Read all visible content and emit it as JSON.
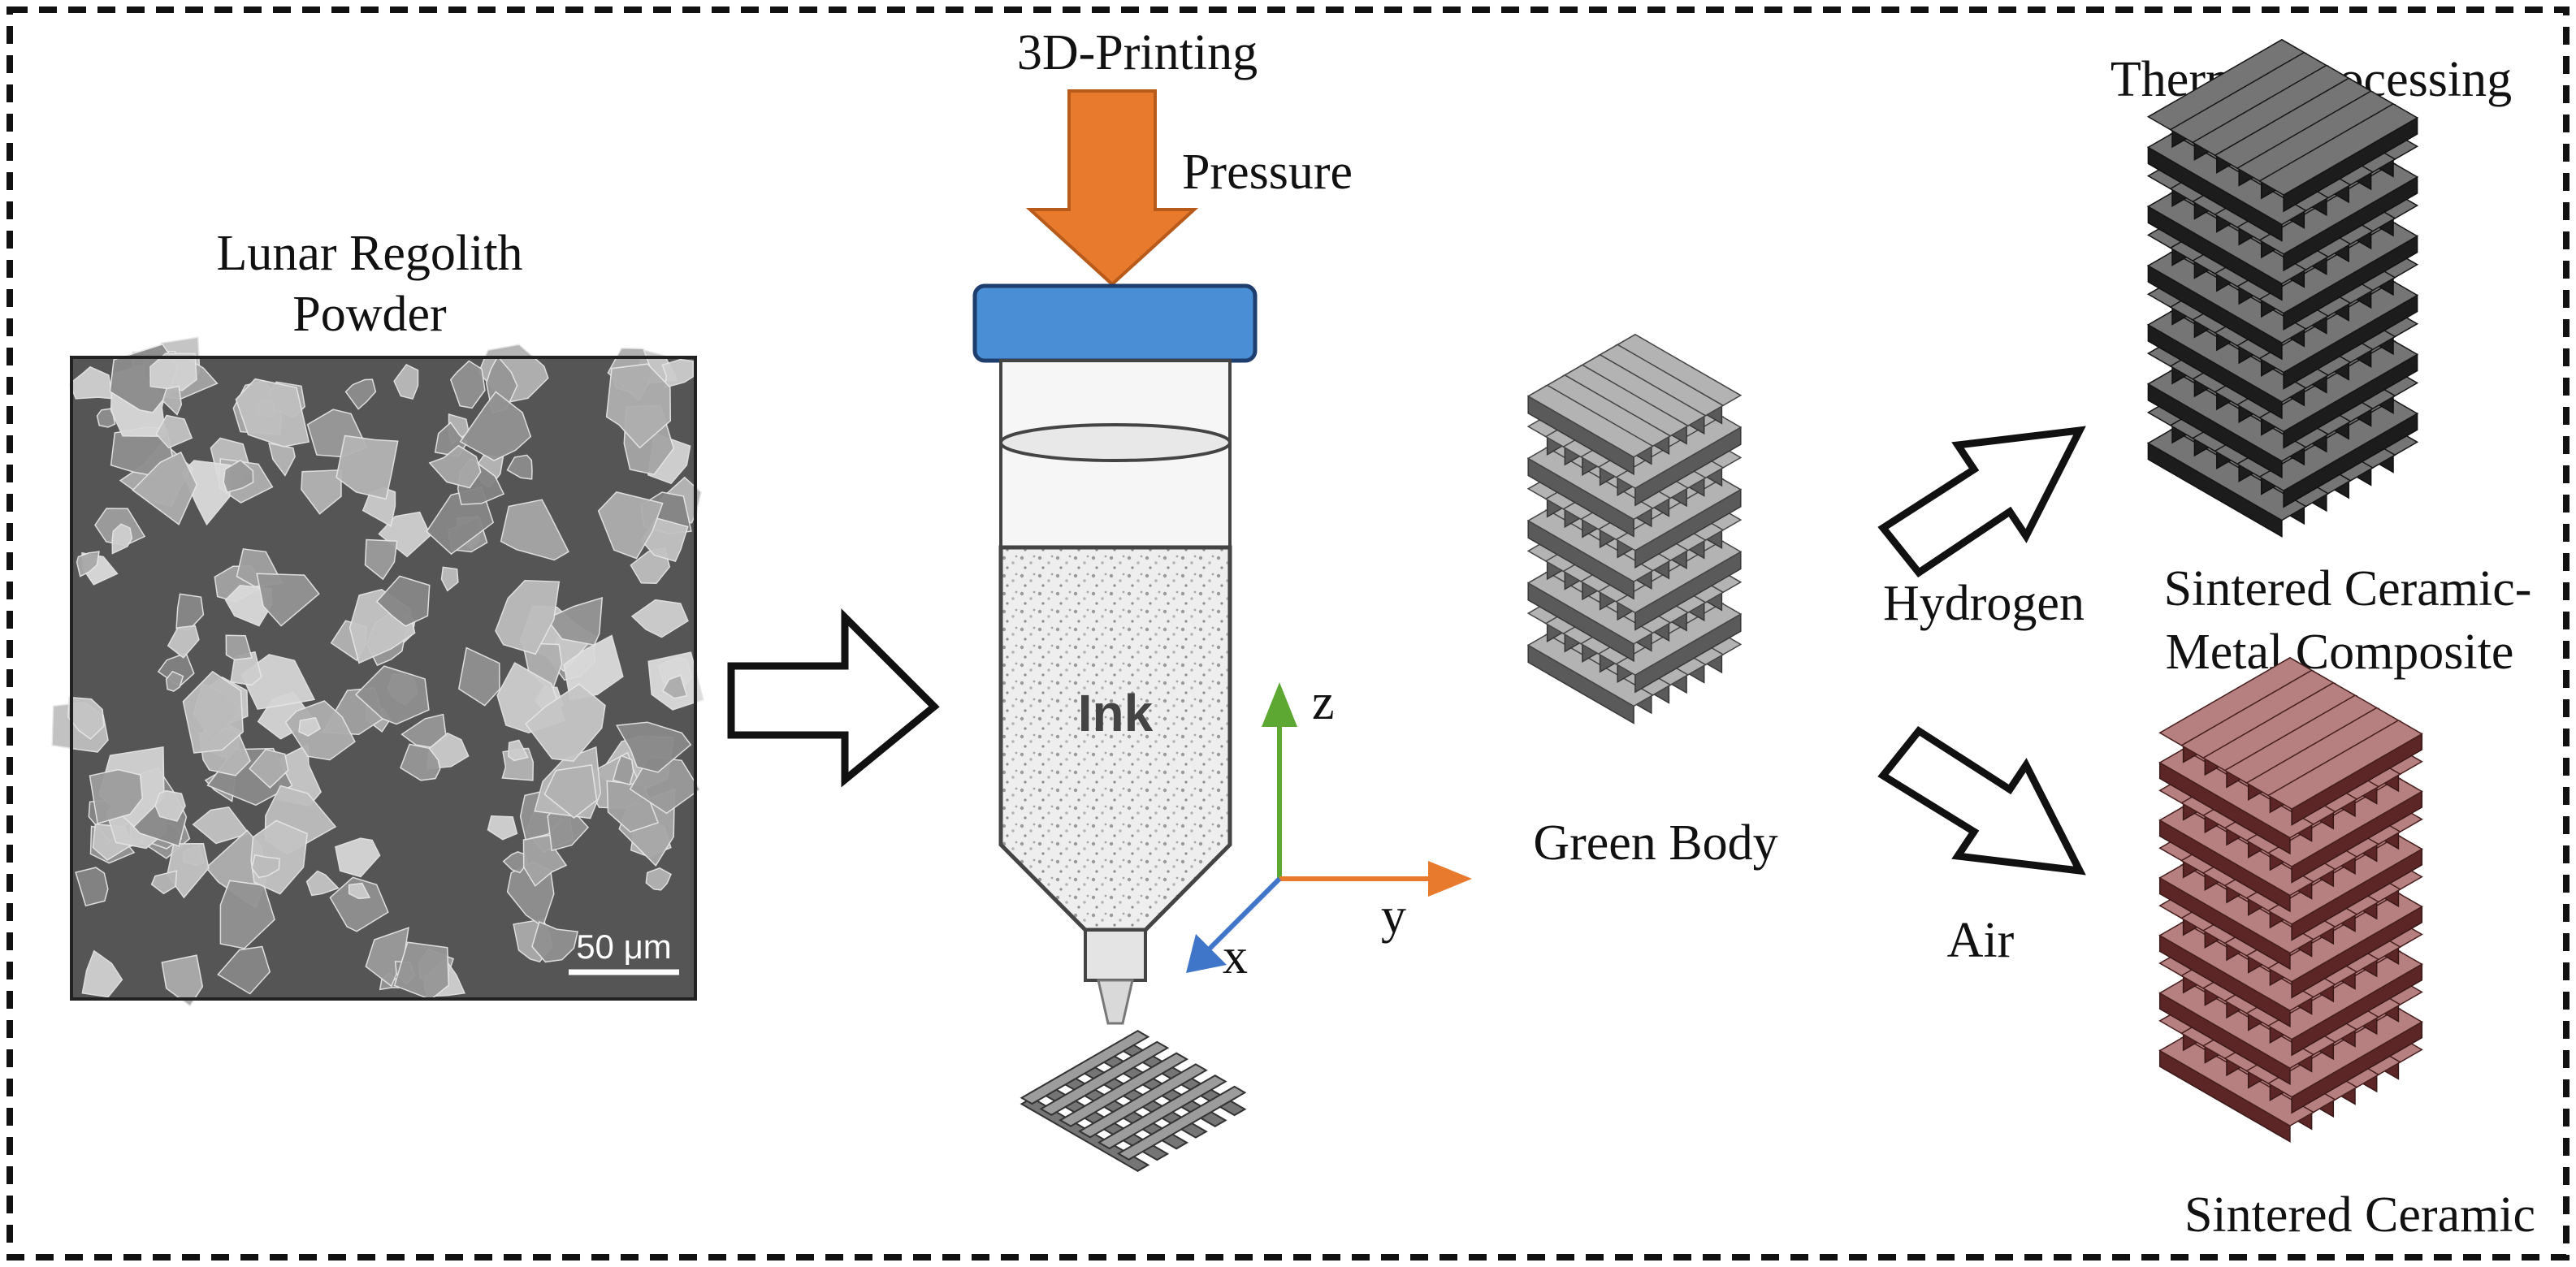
{
  "labels": {
    "powder_title_line1": "Lunar Regolith",
    "powder_title_line2": "Powder",
    "scale_bar": "50 μm",
    "printing_title": "3D-Printing",
    "pressure": "Pressure",
    "ink": "Ink",
    "axis_z": "z",
    "axis_y": "y",
    "axis_x": "x",
    "green_body": "Green Body",
    "thermal_processing": "Thermal Processing",
    "hydrogen": "Hydrogen",
    "air": "Air",
    "ceramic_metal_line1": "Sintered Ceramic-",
    "ceramic_metal_line2": "Metal Composite",
    "sintered_ceramic": "Sintered Ceramic"
  },
  "colors": {
    "pressure_arrow": "#E87A2E",
    "syringe_cap": "#4A8FD6",
    "axis_z": "#5CA832",
    "axis_y": "#E87A2E",
    "axis_x": "#3F76C9",
    "lattice_green": "#8A8A8A",
    "lattice_metal": "#2B2B2B",
    "lattice_ceramic": "#8E3B3B",
    "sem_background": "#555555"
  }
}
